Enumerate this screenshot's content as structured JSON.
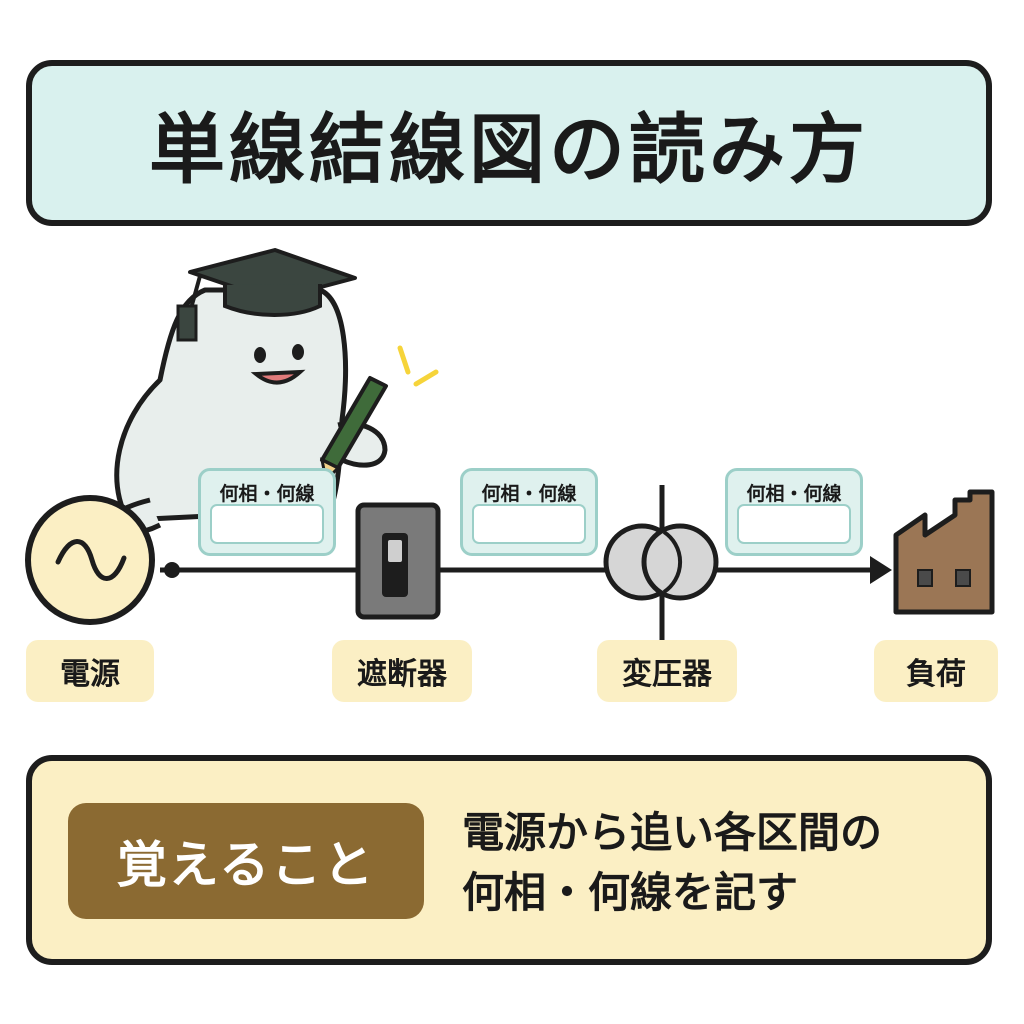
{
  "title": "単線結線図の読み方",
  "components": {
    "source": "電源",
    "breaker": "遮断器",
    "transformer": "変圧器",
    "load": "負荷"
  },
  "tags": [
    {
      "label": "何相・何線"
    },
    {
      "label": "何相・何線"
    },
    {
      "label": "何相・何線"
    }
  ],
  "memo": {
    "badge": "覚えること",
    "line1": "電源から追い各区間の",
    "line2": "何相・何線を記す"
  },
  "icons": [
    "ac-source-icon",
    "breaker-icon",
    "transformer-icon",
    "factory-icon",
    "mascot-graduate-icon",
    "pencil-icon"
  ],
  "colors": {
    "title_bg": "#d9f1ee",
    "label_bg": "#fbefc4",
    "tag_bg": "#dff1ee",
    "memo_badge": "#8b6a32",
    "breaker_body": "#7a7a7a",
    "transformer_fill": "#d6d6d6",
    "factory": "#9b7655",
    "source_fill": "#fbefc4"
  }
}
